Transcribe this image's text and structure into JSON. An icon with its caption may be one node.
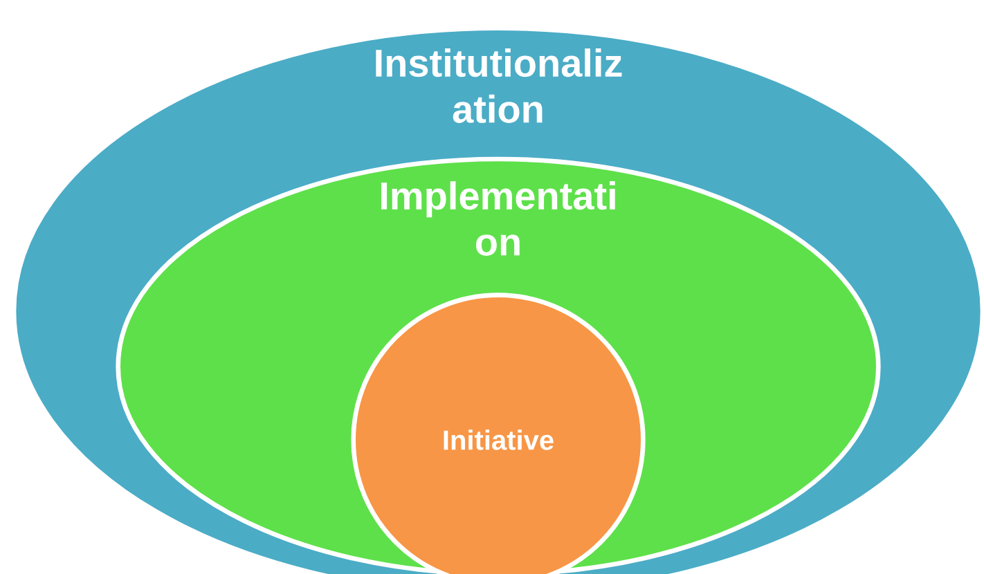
{
  "diagram": {
    "nodes": [
      {
        "text": [
          "Institutionaliz ation"
        ]
      },
      {
        "text": [
          "Implementati on"
        ],
        "in": 0
      },
      {
        "text": [
          "Initiative"
        ],
        "in": 1
      }
    ]
  }
}
